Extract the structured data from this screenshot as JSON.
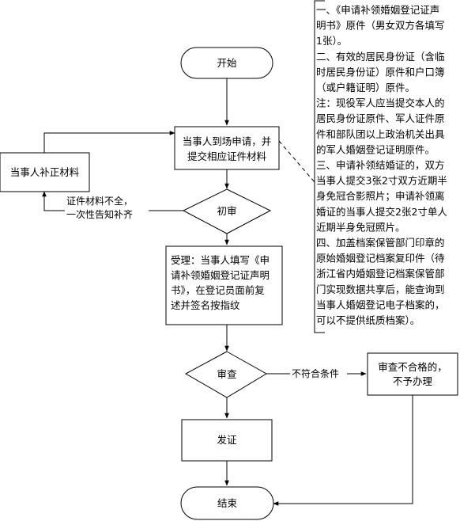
{
  "nodes": {
    "start": "开始",
    "apply": [
      "当事人到场申请，并",
      "提交相应证件材料"
    ],
    "supplement": "当事人补正材料",
    "initial_review": "初审",
    "accept": [
      "受理：当事人填写《申",
      "请补领婚姻登记证声明",
      "书》，在登记员面前复",
      "述并签名按指纹"
    ],
    "review": "审查",
    "reject": [
      "审查不合格的，",
      "不予办理"
    ],
    "issue": "发证",
    "end": "结束"
  },
  "edges": {
    "incomplete": [
      "证件材料不全，",
      "一次性告知补齐"
    ],
    "not_qualified": "不符合条件"
  },
  "notes": [
    "一、《申请补领婚姻登记证声",
    "明书》原件（男女双方各填写",
    "1张）。",
    "二、有效的居民身份证（含临",
    "时居民身份证）原件和户口簿",
    "（或户籍证明）原件。",
    "注：现役军人应当提交本人的",
    "居民身份证原件、军人证件原",
    "件和部队团以上政治机关出具",
    "的军人婚姻登记证明原件。",
    "三、申请补领结婚证的，双方",
    "当事人提交3张2寸双方近期半",
    "身免冠合影照片；申请补领离",
    "婚证的当事人提交2张2寸单人",
    "近期半身免冠照片。",
    "四、加盖档案保管部门印章的",
    "原始婚姻登记档案复印件（待",
    "浙江省内婚姻登记档案保管部",
    "门实现数据共享后，能查询到",
    "当事人婚姻登记电子档案的，",
    "可以不提供纸质档案）。"
  ]
}
